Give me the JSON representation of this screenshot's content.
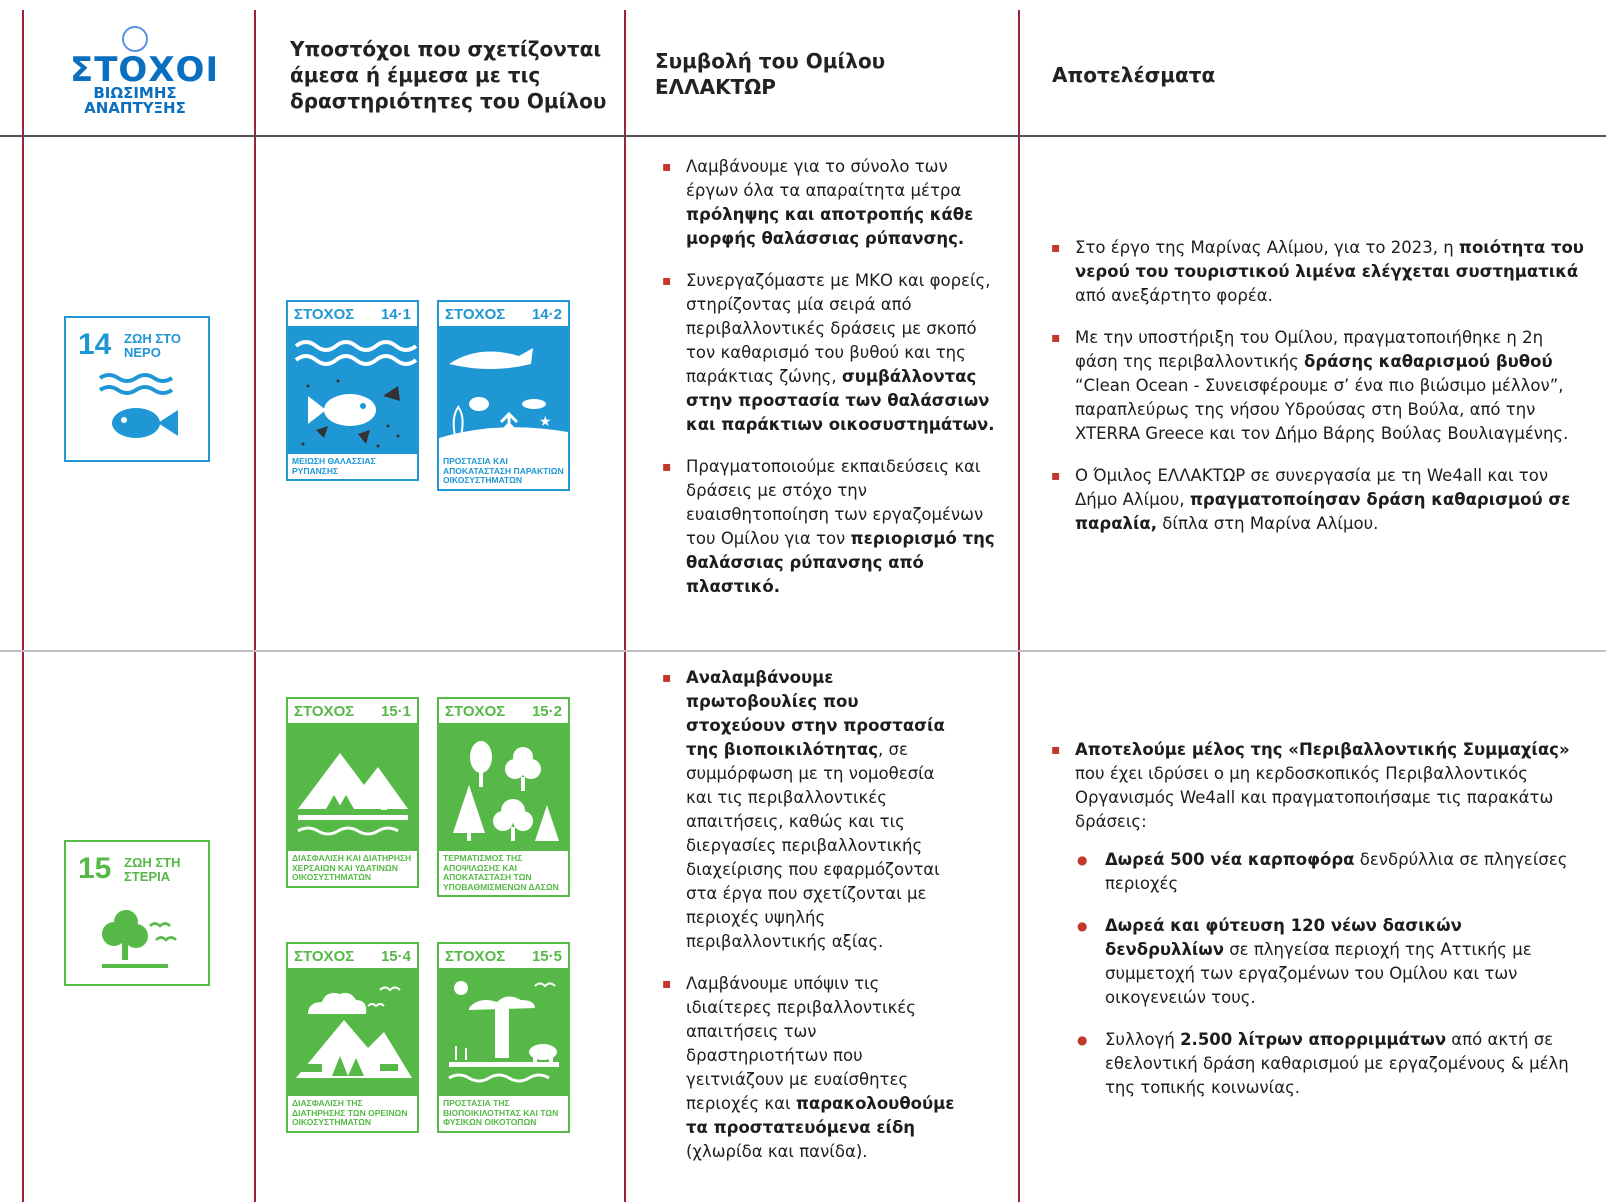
{
  "header": {
    "logo_big": "ΣΤΟΧΟΙ",
    "logo_line1": "ΒΙΩΣΙΜΗΣ",
    "logo_line2": "ΑΝΑΠΤΥΞΗΣ",
    "col2": "Υποστόχοι που σχετίζονται άμεσα ή έμμεσα με τις δραστηριότητες του Ομίλου",
    "col3": "Συμβολή του Ομίλου ΕΛΛΑΚΤΩΡ",
    "col4": "Αποτελέσματα"
  },
  "colors": {
    "divider": "#9b2335",
    "sdg14": "#1f97d4",
    "sdg15": "#56b947",
    "bullet": "#c0392b"
  },
  "row1": {
    "goal": {
      "number": "14",
      "title_line1": "ΖΩΗ ΣΤΟ",
      "title_line2": "ΝΕΡΟ",
      "icon": "fish-waves-icon"
    },
    "targets": [
      {
        "label": "ΣΤΟΧΟΣ",
        "code": "14·1",
        "caption": "ΜΕΙΩΣΗ ΘΑΛΑΣΣΙΑΣ ΡΥΠΑΝΣΗΣ",
        "icon": "marine-pollution-icon"
      },
      {
        "label": "ΣΤΟΧΟΣ",
        "code": "14·2",
        "caption": "ΠΡΟΣΤΑΣΙΑ ΚΑΙ ΑΠΟΚΑΤΑΣΤΑΣΗ ΠΑΡΑΚΤΙΩΝ ΟΙΚΟΣΥΣΤΗΜΑΤΩΝ",
        "icon": "coastal-ecosystem-icon"
      }
    ],
    "contribution": [
      {
        "t1": "Λαμβάνουμε για το σύνολο των έργων όλα τα απαραίτητα μέτρα ",
        "b1": "πρόληψης και αποτροπής κάθε μορφής θαλάσσιας ρύπανσης.",
        "t2": ""
      },
      {
        "t1": "Συνεργαζόμαστε με ΜΚΟ και φορείς, στηρίζοντας μία σειρά από περιβαλλοντικές δράσεις με σκοπό τον καθαρισμό του βυθού και της παράκτιας ζώνης, ",
        "b1": "συμβάλλοντας στην προστασία των θαλάσσιων και παράκτιων οικοσυστημάτων.",
        "t2": ""
      },
      {
        "t1": "Πραγματοποιούμε εκπαιδεύσεις και δράσεις με στόχο την ευαισθητοποίηση των εργαζομένων του Ομίλου για τον ",
        "b1": "περιορισμό της θαλάσσιας ρύπανσης από πλαστικό.",
        "t2": ""
      }
    ],
    "results": [
      {
        "t1": "Στο έργο της Μαρίνας Αλίμου, για το 2023, η ",
        "b1": "ποιότητα του νερού του τουριστικού λιμένα ελέγχεται συστηματικά",
        "t2": " από ανεξάρτητο φορέα."
      },
      {
        "t1": "Με την υποστήριξη του Ομίλου, πραγματοποιήθηκε η 2η φάση της περιβαλλοντικής ",
        "b1": "δράσης καθαρισμού βυθού",
        "t2": " “Clean Ocean - Συνεισφέρουμε σ’ ένα πιο βιώσιμο μέλλον”, παραπλεύρως της νήσου Υδρούσας στη Βούλα, από την XTERRA Greece και τον Δήμο Βάρης Βούλας Βουλιαγμένης."
      },
      {
        "t1": "Ο Όμιλος ΕΛΛΑΚΤΩΡ σε συνεργασία με τη We4all και τον Δήμο Αλίμου, ",
        "b1": "πραγματοποίησαν δράση καθαρισμού σε παραλία,",
        "t2": " δίπλα στη Μαρίνα Αλίμου."
      }
    ]
  },
  "row2": {
    "goal": {
      "number": "15",
      "title_line1": "ΖΩΗ ΣΤΗ",
      "title_line2": "ΣΤΕΡΙΑ",
      "icon": "tree-birds-icon"
    },
    "targets": [
      {
        "label": "ΣΤΟΧΟΣ",
        "code": "15·1",
        "caption": "ΔΙΑΣΦΑΛΙΣΗ ΚΑΙ ΔΙΑΤΗΡΗΣΗ ΧΕΡΣΑΙΩΝ ΚΑΙ ΥΔΑΤΙΝΩΝ ΟΙΚΟΣΥΣΤΗΜΑΤΩΝ",
        "icon": "mountain-lake-icon"
      },
      {
        "label": "ΣΤΟΧΟΣ",
        "code": "15·2",
        "caption": "ΤΕΡΜΑΤΙΣΜΟΣ ΤΗΣ ΑΠΟΨΙΛΩΣΗΣ ΚΑΙ ΑΠΟΚΑΤΑΣΤΑΣΗ ΤΩΝ ΥΠΟΒΑΘΜΙΣΜΕΝΩΝ ΔΑΣΩΝ",
        "icon": "forest-icon"
      },
      {
        "label": "ΣΤΟΧΟΣ",
        "code": "15·4",
        "caption": "ΔΙΑΣΦΑΛΙΣΗ ΤΗΣ ΔΙΑΤΗΡΗΣΗΣ ΤΩΝ ΟΡΕΙΝΩΝ ΟΙΚΟΣΥΣΤΗΜΑΤΩΝ",
        "icon": "mountain-animals-icon"
      },
      {
        "label": "ΣΤΟΧΟΣ",
        "code": "15·5",
        "caption": "ΠΡΟΣΤΑΣΙΑ ΤΗΣ ΒΙΟΠΟΙΚΙΛΟΤΗΤΑΣ ΚΑΙ ΤΩΝ ΦΥΣΙΚΩΝ ΟΙΚΟΤΟΠΩΝ",
        "icon": "baobab-rhino-icon"
      }
    ],
    "contribution": [
      {
        "t1": "",
        "b1": "Αναλαμβάνουμε πρωτοβουλίες που στοχεύουν στην προστασία της βιοποικιλότητας",
        "t2": ", σε συμμόρφωση με τη νομοθεσία και τις περιβαλλοντικές απαιτήσεις, καθώς και τις διεργασίες περιβαλλοντικής διαχείρισης που εφαρμόζονται στα έργα που σχετίζονται με περιοχές υψηλής περιβαλλοντικής αξίας."
      },
      {
        "t1": "Λαμβάνουμε υπόψιν τις ιδιαίτερες περιβαλλοντικές απαιτήσεις των δραστηριοτήτων που γειτνιάζουν με ευαίσθητες περιοχές και ",
        "b1": "παρακολουθούμε τα προστατευόμενα είδη",
        "t2": " (χλωρίδα και πανίδα)."
      }
    ],
    "results_main": {
      "t1": "",
      "b1": "Αποτελούμε μέλος της «Περιβαλλοντικής Συμμαχίας»",
      "t2": " που έχει ιδρύσει ο μη κερδοσκοπικός Περιβαλλοντικός Οργανισμός We4all και πραγματοποιήσαμε τις παρακάτω δράσεις:"
    },
    "results_sub": [
      {
        "t1": "",
        "b1": "Δωρεά 500 νέα καρποφόρα",
        "t2": " δενδρύλλια σε πληγείσες περιοχές"
      },
      {
        "t1": "",
        "b1": "Δωρεά και φύτευση 120 νέων δασικών δενδρυλλίων",
        "t2": " σε πληγείσα περιοχή της Αττικής με συμμετοχή των εργαζομένων του Ομίλου και των οικογενειών τους."
      },
      {
        "t1": "Συλλογή ",
        "b1": "2.500 λίτρων απορριμμάτων",
        "t2": " από ακτή σε εθελοντική δράση καθαρισμού με εργαζομένους & μέλη της τοπικής κοινωνίας."
      }
    ]
  }
}
